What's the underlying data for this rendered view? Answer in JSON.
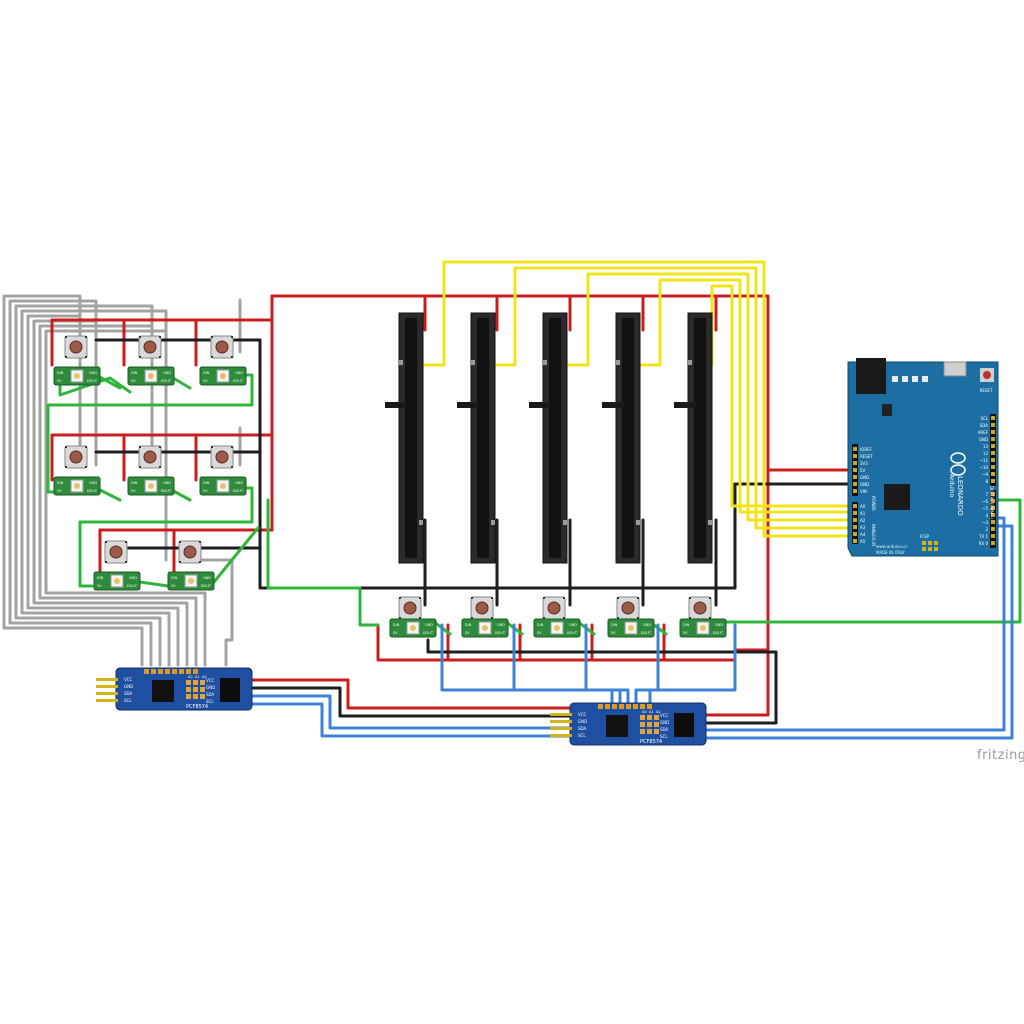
{
  "colors": {
    "red": "#c81e1e",
    "black": "#1e1e1e",
    "gray": "#a3a3a3",
    "green": "#2fb53a",
    "yellow": "#f2e418",
    "blue": "#3d82d6",
    "board_blue": "#1d6fa3",
    "module_blue": "#1f4fa0",
    "led_green": "#2e8b3c"
  },
  "brand": {
    "text": "fritzing"
  },
  "arduino": {
    "model_label": "LEONARDO",
    "logo_text": "Arduino",
    "url_text": "www.arduino.cc",
    "made_text": "MADE IN ITALY",
    "reset_label": "RESET",
    "icsp_label": "ICSP",
    "power_label": "POWER",
    "analog_label": "ANALOG IN",
    "digital_label": "DIGITAL (PWM~)",
    "power_pins": [
      "IOREF",
      "RESET",
      "3V3",
      "5V",
      "GND",
      "GND",
      "VIN"
    ],
    "analog_pins": [
      "A0",
      "A1",
      "A2",
      "A3",
      "A4",
      "A5"
    ],
    "digital_pins_top": [
      "SCL",
      "SDA",
      "AREF",
      "GND",
      "13",
      "12",
      "~11",
      "~10",
      "~9",
      "8"
    ],
    "digital_pins_bottom": [
      "7",
      "~6",
      "~5",
      "4",
      "~3",
      "2",
      "TX 1",
      "RX 0"
    ]
  },
  "io_expanders": [
    {
      "id": "left",
      "pins": [
        "VCC",
        "GND",
        "SDA",
        "SCL"
      ],
      "chip_label": "PCF8574",
      "addr_labels": [
        "A0",
        "A1",
        "A2"
      ]
    },
    {
      "id": "right",
      "pins": [
        "VCC",
        "GND",
        "SDA",
        "SCL"
      ],
      "chip_label": "PCF8574",
      "addr_labels": [
        "A0",
        "A1",
        "A2"
      ]
    }
  ],
  "led_module": {
    "pin_labels": [
      "DIN",
      "5V",
      "GND",
      "DOUT"
    ]
  },
  "counts": {
    "button_led_pairs": 13,
    "slide_potentiometers": 5
  }
}
